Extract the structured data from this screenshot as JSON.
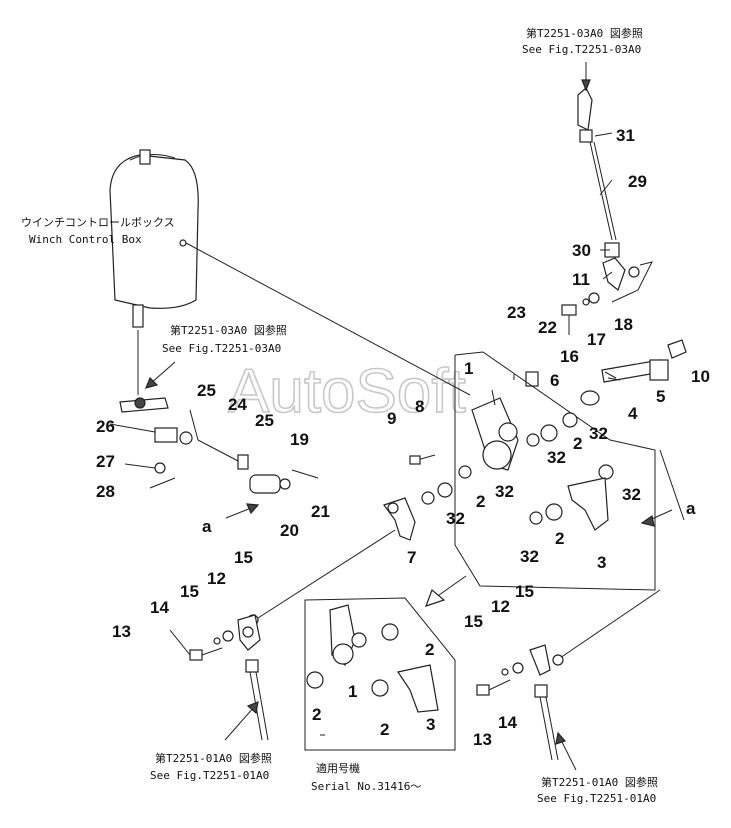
{
  "watermark": "AutoSoft",
  "refs": {
    "top_jp": "第T2251-03A0 図参照",
    "top_en": "See Fig.T2251-03A0",
    "left_jp": "第T2251-03A0 図参照",
    "left_en": "See Fig.T2251-03A0",
    "box_jp": "ウインチコントロールボックス",
    "box_en": "Winch Control Box",
    "bl_jp": "第T2251-01A0 図参照",
    "bl_en": "See Fig.T2251-01A0",
    "br_jp": "第T2251-01A0 図参照",
    "br_en": "See Fig.T2251-01A0",
    "serial_jp": "適用号機",
    "serial_en": "Serial No.31416〜"
  },
  "callouts": {
    "n1": "1",
    "n1b": "1",
    "n2a": "2",
    "n2b": "2",
    "n2c": "2",
    "n2d": "2",
    "n2e": "2",
    "n3": "3",
    "n3b": "3",
    "n4": "4",
    "n5": "5",
    "n6": "6",
    "n7": "7",
    "n8": "8",
    "n9": "9",
    "n10": "10",
    "n11": "11",
    "n12a": "12",
    "n12b": "12",
    "n13a": "13",
    "n13b": "13",
    "n14a": "14",
    "n14b": "14",
    "n15a": "15",
    "n15b": "15",
    "n15c": "15",
    "n15d": "15",
    "n16": "16",
    "n17": "17",
    "n18": "18",
    "n19": "19",
    "n20": "20",
    "n21": "21",
    "n22": "22",
    "n23": "23",
    "n24": "24",
    "n25a": "25",
    "n25b": "25",
    "n26": "26",
    "n27": "27",
    "n28": "28",
    "n29": "29",
    "n30": "30",
    "n31": "31",
    "n32a": "32",
    "n32b": "32",
    "n32c": "32",
    "n32d": "32",
    "n32e": "32",
    "n32f": "32",
    "a_left": "a",
    "a_right": "a"
  }
}
